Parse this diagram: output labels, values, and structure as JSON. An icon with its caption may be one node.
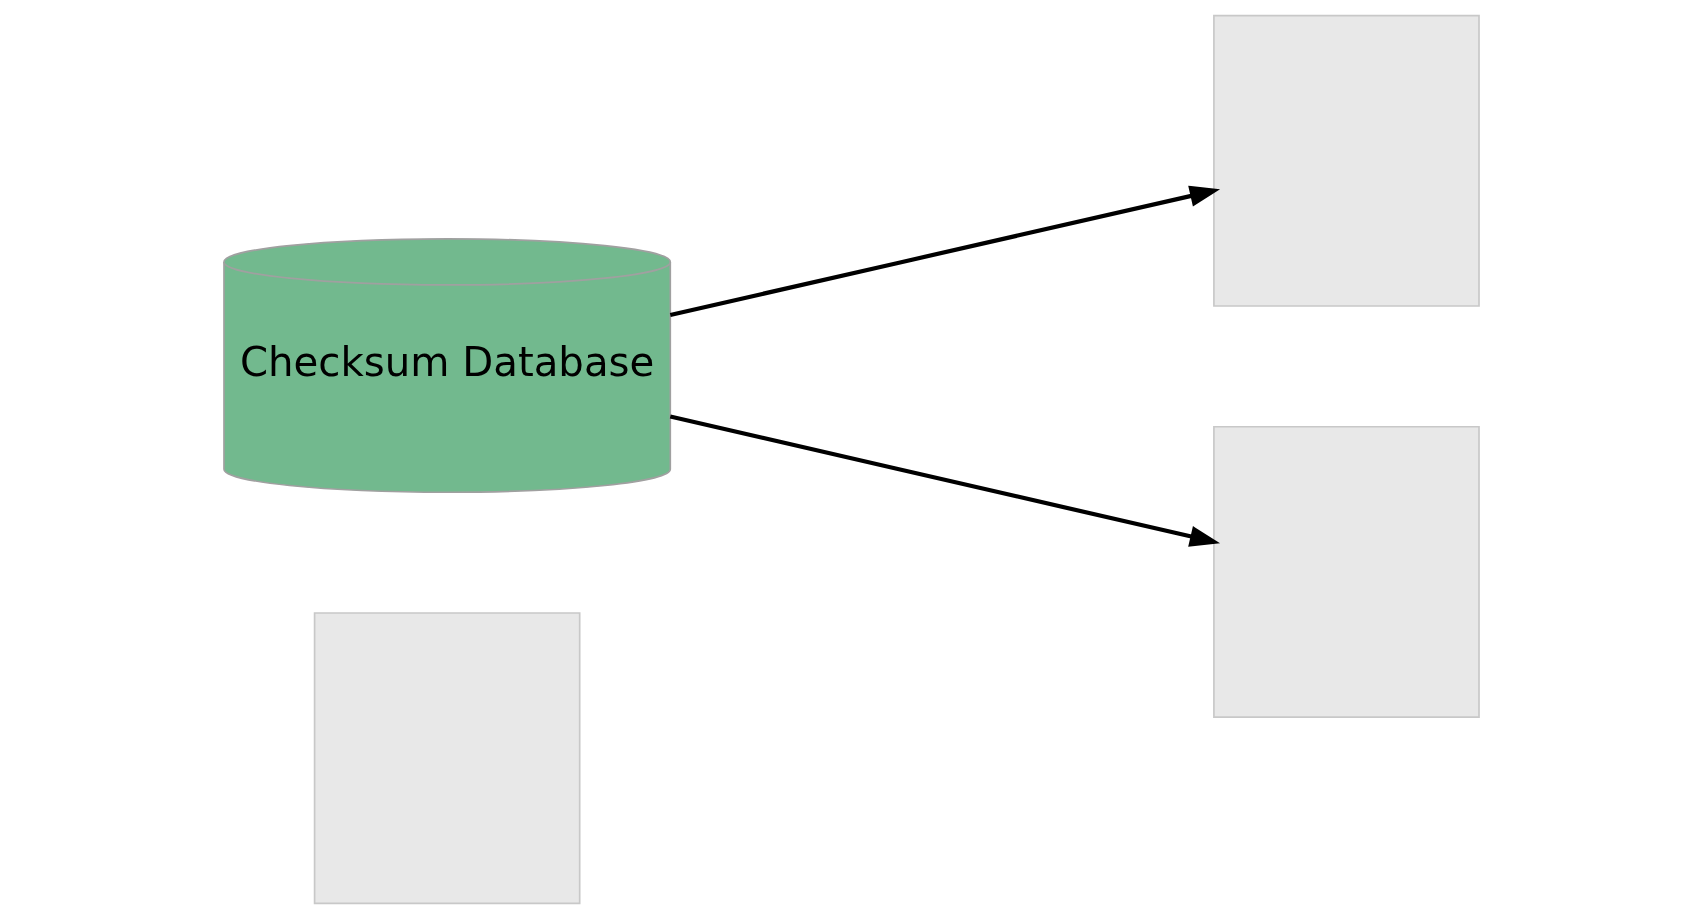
{
  "diagram": {
    "nodes": [
      {
        "text": [
          "Checksum Database"
        ]
      },
      {
        "text": [],
        "shape": "box"
      },
      {
        "text": [],
        "shape": "box"
      },
      {
        "text": [],
        "shape": "box"
      }
    ],
    "edges": [
      {
        "from": 0,
        "to": 2,
        "arrow": "to"
      },
      {
        "from": 0,
        "to": 3,
        "arrow": "to"
      }
    ]
  }
}
